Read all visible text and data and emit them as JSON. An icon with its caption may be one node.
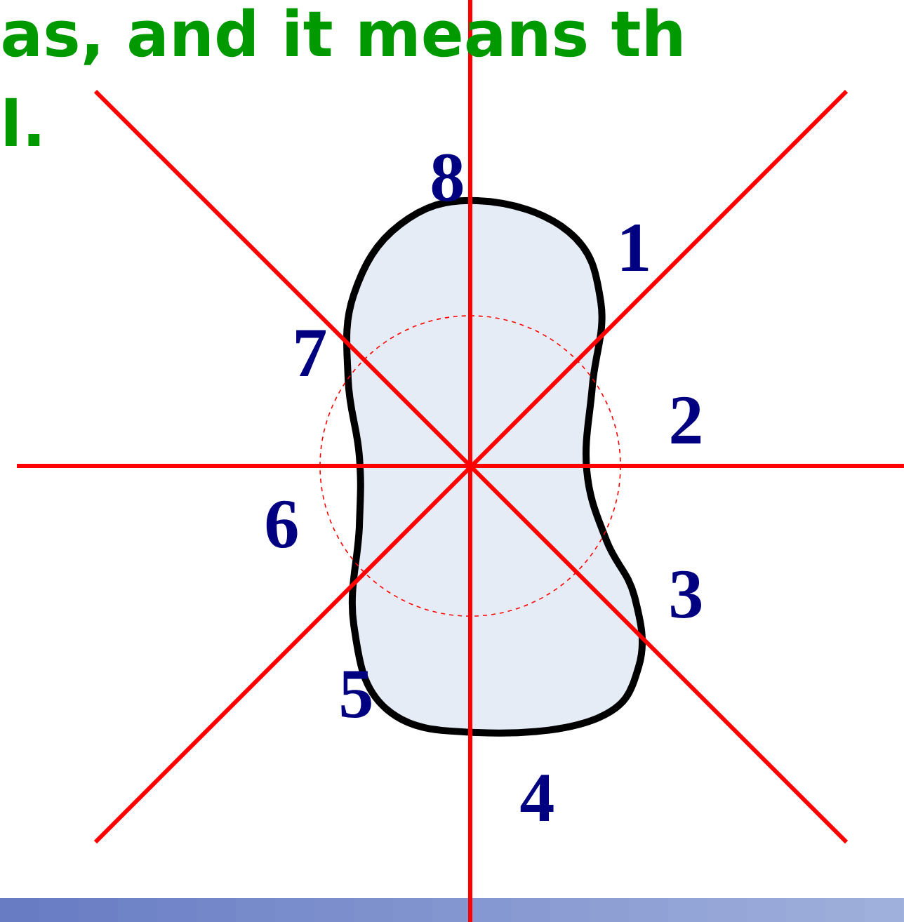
{
  "diagram": {
    "labels": [
      "as, and it means th",
      "l.",
      "8",
      "1",
      "7",
      "2",
      "6",
      "3",
      "5",
      "4"
    ]
  }
}
